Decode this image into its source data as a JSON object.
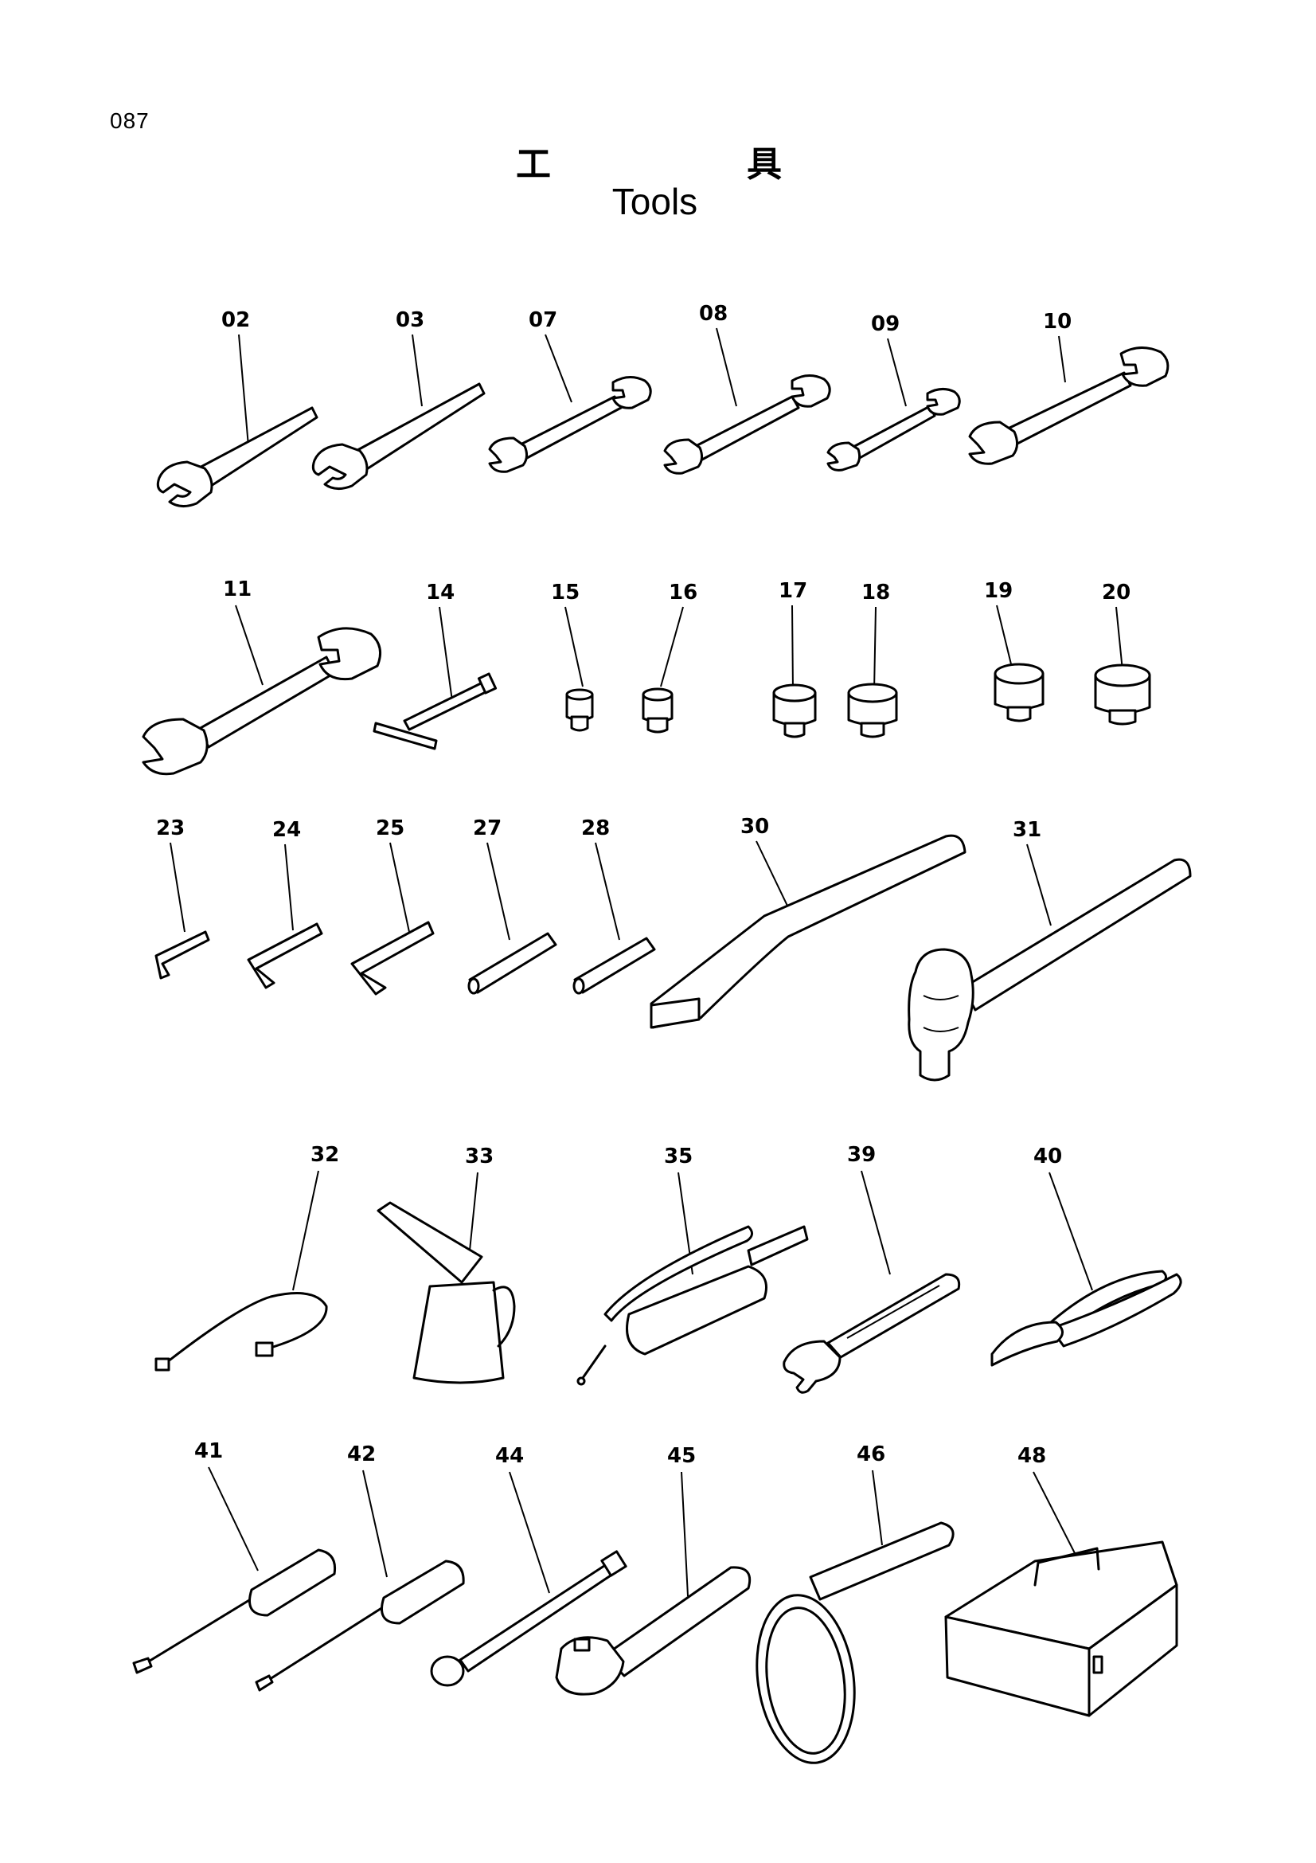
{
  "page_number": "087",
  "title": {
    "jp_char_1": "工",
    "jp_char_2": "具",
    "en": "Tools"
  },
  "items": [
    {
      "label": "02",
      "tool": "single-ended-spanner"
    },
    {
      "label": "03",
      "tool": "single-ended-spanner"
    },
    {
      "label": "07",
      "tool": "double-ended-spanner"
    },
    {
      "label": "08",
      "tool": "double-ended-spanner"
    },
    {
      "label": "09",
      "tool": "double-ended-spanner"
    },
    {
      "label": "10",
      "tool": "double-ended-spanner"
    },
    {
      "label": "11",
      "tool": "double-ended-spanner-large"
    },
    {
      "label": "14",
      "tool": "t-handle"
    },
    {
      "label": "15",
      "tool": "socket"
    },
    {
      "label": "16",
      "tool": "socket"
    },
    {
      "label": "17",
      "tool": "socket"
    },
    {
      "label": "18",
      "tool": "socket"
    },
    {
      "label": "19",
      "tool": "socket"
    },
    {
      "label": "20",
      "tool": "socket"
    },
    {
      "label": "23",
      "tool": "hex-key"
    },
    {
      "label": "24",
      "tool": "hex-key"
    },
    {
      "label": "25",
      "tool": "hex-key"
    },
    {
      "label": "27",
      "tool": "hex-bit"
    },
    {
      "label": "28",
      "tool": "hex-bit"
    },
    {
      "label": "30",
      "tool": "extension-bar"
    },
    {
      "label": "31",
      "tool": "hammer"
    },
    {
      "label": "32",
      "tool": "grease-hose"
    },
    {
      "label": "33",
      "tool": "oil-can"
    },
    {
      "label": "35",
      "tool": "grease-gun"
    },
    {
      "label": "39",
      "tool": "adjustable-wrench"
    },
    {
      "label": "40",
      "tool": "pliers"
    },
    {
      "label": "41",
      "tool": "flat-screwdriver"
    },
    {
      "label": "42",
      "tool": "phillips-screwdriver"
    },
    {
      "label": "44",
      "tool": "socket-extension"
    },
    {
      "label": "45",
      "tool": "ratchet-handle"
    },
    {
      "label": "46",
      "tool": "filter-wrench"
    },
    {
      "label": "48",
      "tool": "tool-box"
    }
  ]
}
